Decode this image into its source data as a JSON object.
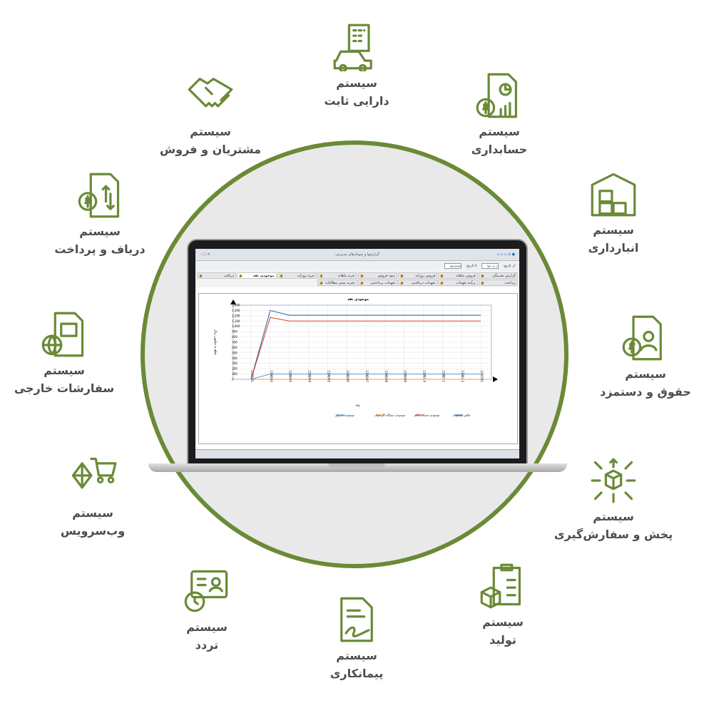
{
  "systems": [
    {
      "id": "fixed-assets",
      "title": "سیستم",
      "name": "دارایی ثابت",
      "icon": "building-car-icon"
    },
    {
      "id": "accounting",
      "title": "سیستم",
      "name": "حسابداری",
      "icon": "document-dollar-chart-icon"
    },
    {
      "id": "warehouse",
      "title": "سیستم",
      "name": "انبارداری",
      "icon": "warehouse-icon"
    },
    {
      "id": "payroll",
      "title": "سیستم",
      "name": "حقوق و دستمزد",
      "icon": "document-dollar-person-icon"
    },
    {
      "id": "distribution",
      "title": "سیستم",
      "name": "پخش و سفارش‌گیری",
      "icon": "box-arrows-icon"
    },
    {
      "id": "production",
      "title": "سیستم",
      "name": "تولید",
      "icon": "clipboard-box-icon"
    },
    {
      "id": "contracting",
      "title": "سیستم",
      "name": "پیمانکاری",
      "icon": "contract-signature-icon"
    },
    {
      "id": "attendance",
      "title": "سیستم",
      "name": "تردد",
      "icon": "id-card-clock-icon"
    },
    {
      "id": "webservice",
      "title": "سیستم",
      "name": "وب‌سرویس",
      "icon": "cart-web-icon"
    },
    {
      "id": "foreign-orders",
      "title": "سیستم",
      "name": "سفارشات خارجی",
      "icon": "document-globe-icon"
    },
    {
      "id": "receive-pay",
      "title": "سیستم",
      "name": "دریاف و پرداخت",
      "icon": "document-dollar-arrows-icon"
    },
    {
      "id": "customers-sales",
      "title": "سیستم",
      "name": "مشتریان و فروش",
      "icon": "handshake-icon"
    }
  ],
  "app": {
    "window_title": "گزارشها و نمودارهای مدیریتی",
    "from_label": "از تاریخ:",
    "from_value": "۹۶/۰۱/۰۱",
    "to_label": "تا تاریخ:",
    "to_value": "۹۶/۱۲/۲۹",
    "tabs_row1": [
      "گزارش نقدینگی",
      "فروش ماهانه",
      "فروش روزانه",
      "سود فروش",
      "خرید ماهانه",
      "خرید روزانه",
      "موجودی نقد",
      "دریافت"
    ],
    "tabs_row2": [
      "پرداخت",
      "برآیند تعهدات",
      "تعهدات دریافتنی",
      "تعهدات پرداختنی",
      "تجزیه سنی مطالبات"
    ],
    "active_tab": "موجودی نقد"
  },
  "chart_data": {
    "type": "line",
    "title": "موجودی نقد",
    "xlabel": "ماه",
    "ylabel": "مبلغ به میلیون ریال",
    "categories": [
      "1396/01",
      "1396/02",
      "1396/03",
      "1396/04",
      "1396/05",
      "1396/06",
      "1396/07",
      "1396/08",
      "1396/09",
      "1396/10",
      "1396/11",
      "1396/12",
      "1397/01"
    ],
    "ylim": [
      0,
      1400
    ],
    "yticks": [
      "0",
      "100",
      "200",
      "300",
      "400",
      "500",
      "600",
      "700",
      "800",
      "900",
      "1,000",
      "1,100",
      "1,200",
      "1,300",
      "1,400"
    ],
    "legend_position": "bottom",
    "series": [
      {
        "name": "خالص موجودی",
        "color": "#1f5fa0",
        "values": [
          0,
          1300,
          1210,
          1210,
          1210,
          1210,
          1210,
          1210,
          1210,
          1210,
          1210,
          1210,
          1210
        ]
      },
      {
        "name": "موجودی حساب بانکی",
        "color": "#e0401f",
        "values": [
          0,
          1170,
          1100,
          1100,
          1100,
          1100,
          1100,
          1100,
          1100,
          1100,
          1100,
          1100,
          1100
        ]
      },
      {
        "name": "موجودی دستگاه کارتخوان",
        "color": "#f0a020",
        "values": [
          0,
          0,
          0,
          0,
          0,
          0,
          0,
          0,
          0,
          0,
          0,
          0,
          0
        ]
      },
      {
        "name": "موجودی صندوق",
        "color": "#4a9ee0",
        "values": [
          0,
          100,
          100,
          100,
          100,
          100,
          100,
          100,
          100,
          100,
          100,
          100,
          100
        ]
      }
    ]
  }
}
